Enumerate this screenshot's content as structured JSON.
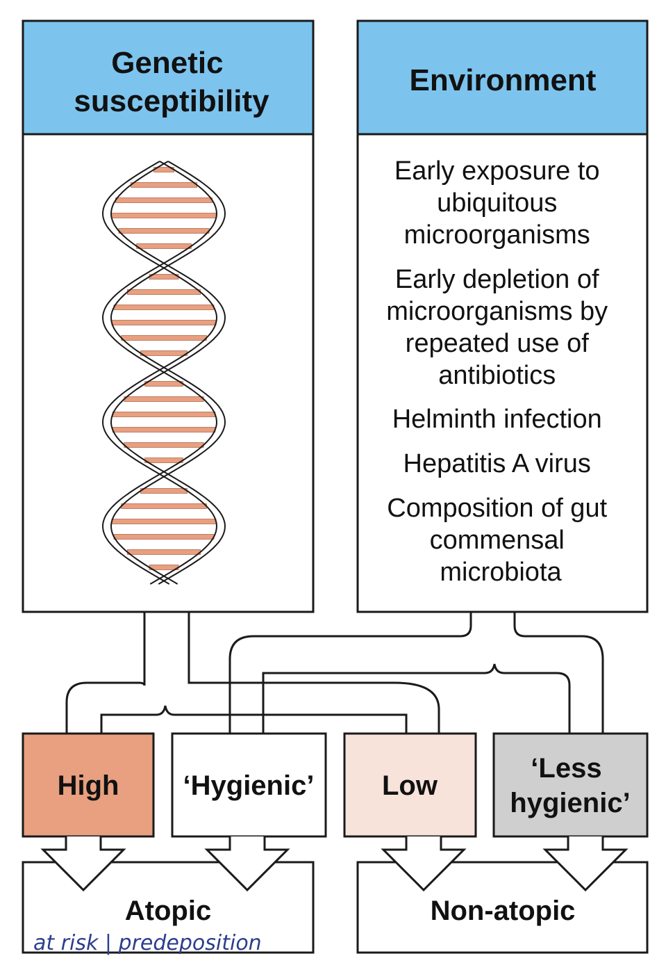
{
  "genetic": {
    "title_line1": "Genetic",
    "title_line2": "susceptibility"
  },
  "environment": {
    "title": "Environment",
    "factors": [
      [
        "Early exposure to",
        "ubiquitous",
        "microorganisms"
      ],
      [
        "Early depletion of",
        "microorganisms by",
        "repeated use of",
        "antibiotics"
      ],
      [
        "Helminth infection"
      ],
      [
        "Hepatitis A virus"
      ],
      [
        "Composition of gut",
        "commensal",
        "microbiota"
      ]
    ]
  },
  "categories": {
    "high": "High",
    "hygienic": "‘Hygienic’",
    "low": "Low",
    "less_hygienic_line1": "‘Less",
    "less_hygienic_line2": "hygienic’"
  },
  "outcomes": {
    "atopic": "Atopic",
    "non_atopic": "Non-atopic"
  },
  "annotation": "at risk | predeposition",
  "colors": {
    "header_blue": "#7cc4ee",
    "high_fill": "#e8a080",
    "low_fill": "#f7e3da",
    "less_hygienic_fill": "#cfcfcf",
    "dna_rung": "#e8a080",
    "outline": "#1a1a1a",
    "annotation_ink": "#2c3e8c"
  }
}
